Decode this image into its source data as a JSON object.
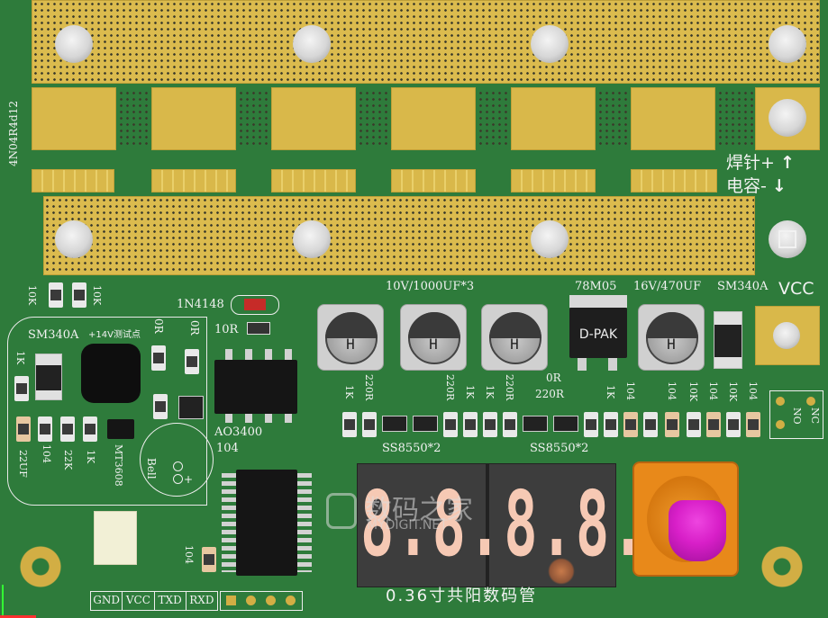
{
  "board": {
    "side_label": "4N04R4d12",
    "welding": {
      "plus": "焊针+",
      "minus": "电容-",
      "up_arrow": "↑",
      "down_arrow": "↓"
    },
    "vcc": "VCC",
    "diode": "1N4148",
    "r_10r": "10R",
    "r_10k_a": "10K",
    "r_10k_b": "10K",
    "sm340a_left": "SM340A",
    "sm340a_note": "+14V测试点",
    "or_a": "0R",
    "or_b": "0R",
    "mosfet": "AO3400",
    "r_104_mos": "104",
    "bell": "Bell",
    "cap_main": "10V/1000UF*3",
    "regulator": "78M05",
    "package": "D-PAK",
    "cap_small": "16V/470UF",
    "sm340a_right": "SM340A",
    "r_1k_a": "1K",
    "r_220r_a": "220R",
    "r_220r_b": "220R",
    "r_1k_b": "1K",
    "r_1k_c": "1K",
    "r_220r_c": "220R",
    "or_c": "0R",
    "r_220r_d": "220R",
    "r_1k_d": "1K",
    "r_104_a": "104",
    "r_104_b": "104",
    "r_10k_c": "10K",
    "r_104_c": "104",
    "r_10k_d": "10K",
    "r_104_d": "104",
    "transistors_a": "SS8550*2",
    "transistors_b": "SS8550*2",
    "c_22uf": "22UF",
    "r_104_e": "104",
    "r_22k": "22K",
    "r_1k_e": "1K",
    "r_1k_f": "1K",
    "boost": "MT3608",
    "r_104_f": "104",
    "header": [
      "GND",
      "VCC",
      "TXD",
      "RXD"
    ],
    "connector": [
      "NC",
      "NO"
    ],
    "display_text": "0.36寸共阳数码管",
    "display_digits": "8.8.8.8.",
    "watermark_cn": "数码之家",
    "watermark_en": "MYDIGIT.NET"
  },
  "colors": {
    "board": "#2e7b3b",
    "copper": "#d9b84a",
    "silk": "#f2f2f2",
    "encoder": "#e8891a",
    "knob": "#d81fc8"
  }
}
